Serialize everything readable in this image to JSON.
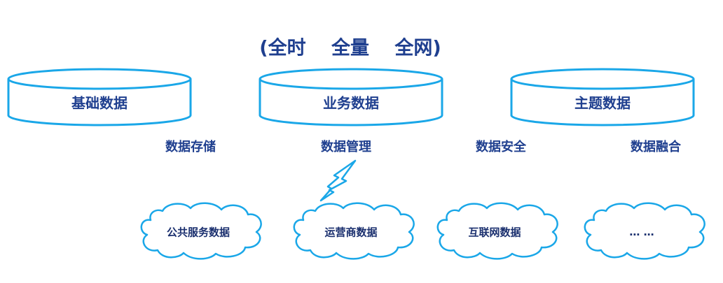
{
  "title": "(全时　 全量 　全网)",
  "databases": [
    {
      "label": "基础数据"
    },
    {
      "label": "业务数据"
    },
    {
      "label": "主题数据"
    }
  ],
  "functions": [
    {
      "label": "数据存储"
    },
    {
      "label": "数据管理"
    },
    {
      "label": "数据安全"
    },
    {
      "label": "数据融合"
    }
  ],
  "sources": [
    {
      "label": "公共服务数据"
    },
    {
      "label": "运营商数据"
    },
    {
      "label": "互联网数据"
    },
    {
      "label": "… …"
    }
  ],
  "colors": {
    "outline": "#1aa7e8",
    "text": "#1f3f8f",
    "lightning": "#1aa7e8"
  },
  "icons": {
    "lightning": "lightning-bolt-icon"
  }
}
